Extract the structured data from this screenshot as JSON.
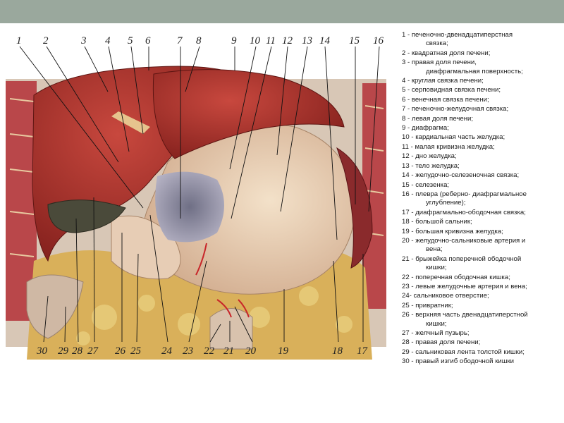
{
  "figure": {
    "top_numbers": [
      "1",
      "2",
      "3",
      "4",
      "5",
      "6",
      "7",
      "8",
      "9",
      "10",
      "11",
      "12",
      "13",
      "14",
      "15",
      "16"
    ],
    "bottom_numbers": [
      "30",
      "29",
      "28",
      "27",
      "26",
      "25",
      "24",
      "23",
      "22",
      "21",
      "20",
      "19",
      "18",
      "17"
    ]
  },
  "legend": [
    {
      "text": "1 - печеночно-двенадцатиперстная",
      "cont": "связка;"
    },
    {
      "text": "2 - квадратная доля печени;"
    },
    {
      "text": "3 - правая доля печени,",
      "cont": "диафрагмальная поверхность;"
    },
    {
      "text": "4 - круглая связка печени;"
    },
    {
      "text": "5 - серповидная связка печени;"
    },
    {
      "text": "6 - венечная связка печени;"
    },
    {
      "text": "7 - печеночно-желудочная связка;"
    },
    {
      "text": "8 - левая доля печени;"
    },
    {
      "text": "9 - диафрагма;"
    },
    {
      "text": "10 - кардиальная часть желудка;"
    },
    {
      "text": "11 - малая кривизна желудка;"
    },
    {
      "text": "12 - дно желудка;"
    },
    {
      "text": "13 - тело желудка;"
    },
    {
      "text": "14 - желудочно-селезеночная связка;"
    },
    {
      "text": "15 - селезенка;"
    },
    {
      "text": "16 - плевра (реберно- диафрагмальное",
      "cont": "углубление);"
    },
    {
      "text": "17 - диафрагмально-ободочная связка;"
    },
    {
      "text": "18 - большой сальник;"
    },
    {
      "text": "19 - большая кривизна желудка;"
    },
    {
      "text": "20 - желудочно-сальниковые артерия и",
      "cont": "вена;"
    },
    {
      "text": "21 - брыжейка поперечной ободочной",
      "cont": "кишки;"
    },
    {
      "text": "22 - поперечная ободочная кишка;"
    },
    {
      "text": "23 - левые желудочные артерия и вена;"
    },
    {
      "text": "24- сальниковое отверстие;"
    },
    {
      "text": "25 - привратник;"
    },
    {
      "text": "26 - верхняя часть двенадцатиперстной",
      "cont": "кишки;"
    },
    {
      "text": "27 - желчный пузырь;"
    },
    {
      "text": "28 - правая доля печени;"
    },
    {
      "text": "29 - сальниковая лента толстой кишки;"
    },
    {
      "text": "30 - правый изгиб ободочной кишки"
    }
  ]
}
